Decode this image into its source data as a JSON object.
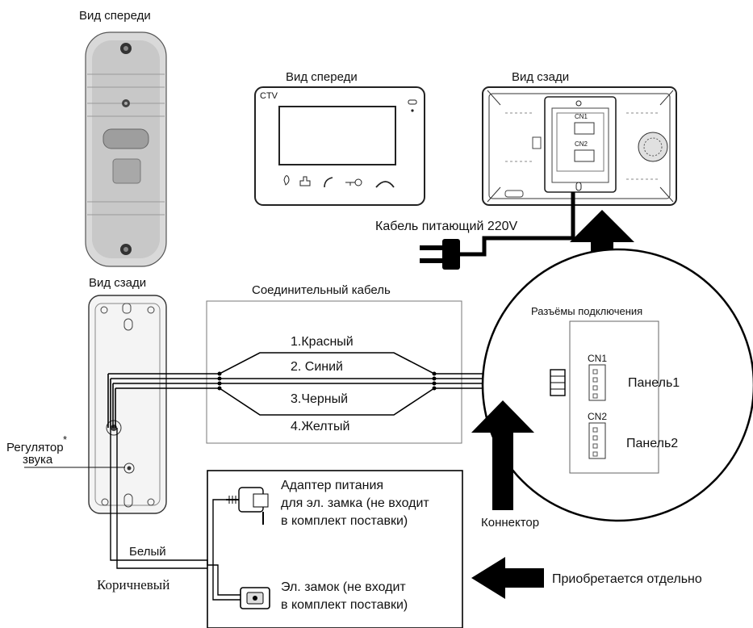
{
  "panel": {
    "front_title": "Вид спереди",
    "back_title": "Вид сзади",
    "volume_label_line1": "Регулятор",
    "volume_label_line2": "звука",
    "volume_asterisk": "*"
  },
  "monitor": {
    "front_title": "Вид спереди",
    "brand": "CTV",
    "back_title": "Вид сзади",
    "cn1_small": "CN1",
    "cn2_small": "CN2"
  },
  "power": {
    "cable_label": "Кабель питающий 220V"
  },
  "cable": {
    "title": "Соединительный кабель",
    "wires": [
      "1.Красный",
      "2. Синий",
      "3.Черный",
      "4.Желтый"
    ]
  },
  "connectors": {
    "title": "Разъёмы подключения",
    "cn1": "CN1",
    "cn2": "CN2",
    "panel1": "Панель1",
    "panel2": "Панель2",
    "connector_label": "Коннектор"
  },
  "lock": {
    "adapter_line1": "Адаптер питания",
    "adapter_line2": "для эл. замка (не входит",
    "adapter_line3": "в комплект поставки)",
    "lock_line1": "Эл. замок (не входит",
    "lock_line2": "в комплект поставки)",
    "white_wire": "Белый",
    "brown_wire": "Коричневый",
    "note": "Приобретается отдельно"
  }
}
